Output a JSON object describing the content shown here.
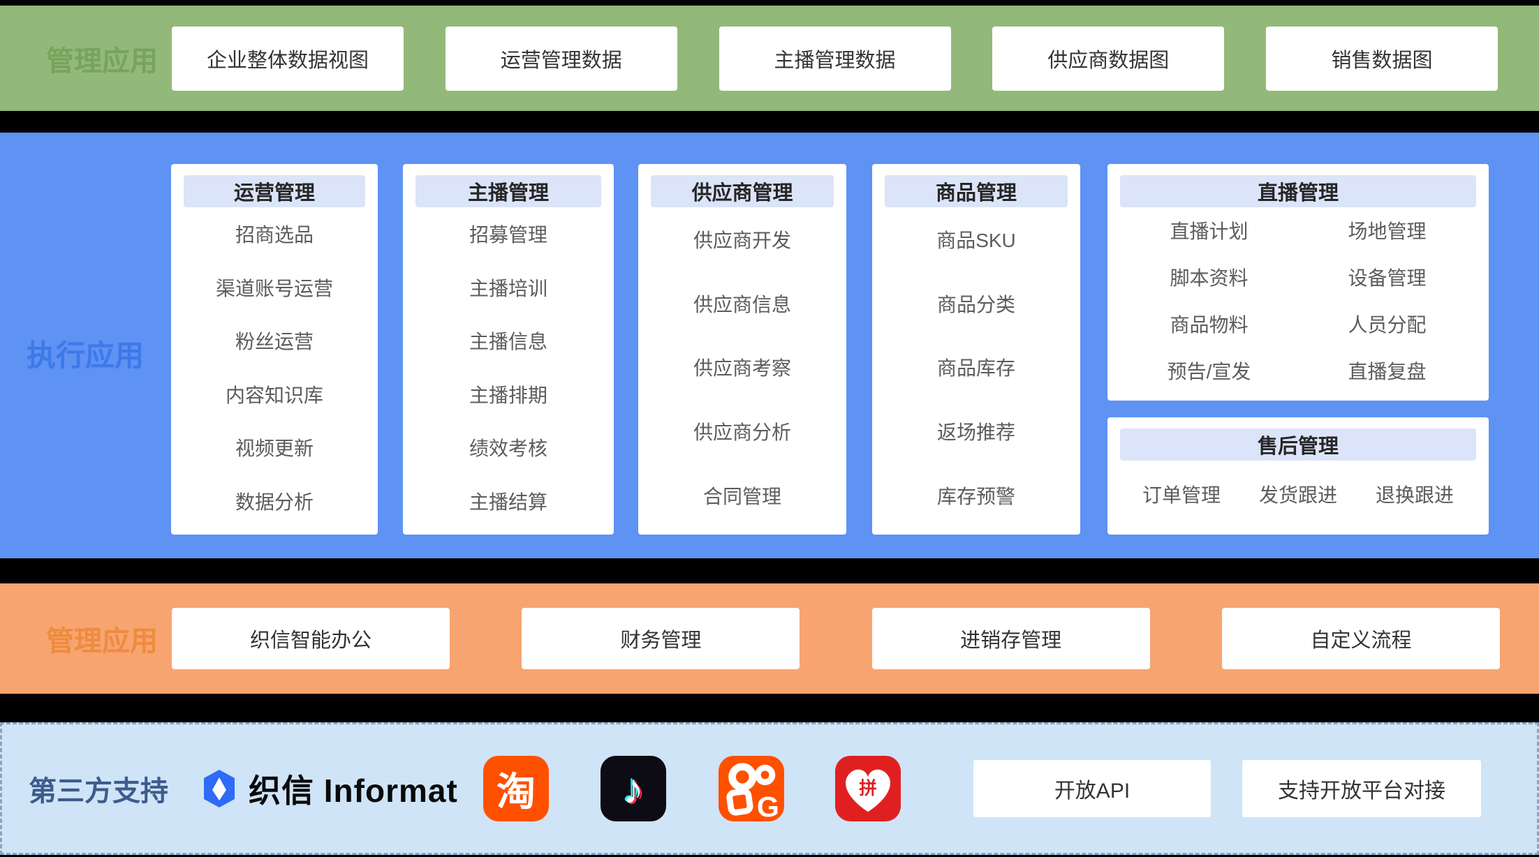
{
  "colors": {
    "page_bg": "#000000",
    "top_band_bg": "#92B979",
    "top_band_label": "#78A35C",
    "exec_band_bg": "#5E92F3",
    "exec_band_label": "#3D79E8",
    "card_header_bg": "#DBE4F8",
    "card_item_text": "#5C5C5C",
    "mgmt_band_bg": "#F7A471",
    "mgmt_band_label": "#EE8B3D",
    "third_band_bg": "#CFE4F7",
    "third_band_border": "#8CA2C0",
    "third_band_label": "#3D5C8C",
    "taobao_orange": "#FF5000",
    "douyin_black": "#0D0C14",
    "kuaishou_orange": "#FF5000",
    "pinduoduo_red": "#E02020",
    "informat_blue": "#2E6BF6"
  },
  "band_top": {
    "label": "管理应用",
    "boxes": [
      "企业整体数据视图",
      "运营管理数据",
      "主播管理数据",
      "供应商数据图",
      "销售数据图"
    ]
  },
  "band_exec": {
    "label": "执行应用",
    "cards": [
      {
        "title": "运营管理",
        "items": [
          "招商选品",
          "渠道账号运营",
          "粉丝运营",
          "内容知识库",
          "视频更新",
          "数据分析"
        ]
      },
      {
        "title": "主播管理",
        "items": [
          "招募管理",
          "主播培训",
          "主播信息",
          "主播排期",
          "绩效考核",
          "主播结算"
        ]
      },
      {
        "title": "供应商管理",
        "items": [
          "供应商开发",
          "供应商信息",
          "供应商考察",
          "供应商分析",
          "合同管理"
        ]
      },
      {
        "title": "商品管理",
        "items": [
          "商品SKU",
          "商品分类",
          "商品库存",
          "返场推荐",
          "库存预警"
        ]
      },
      {
        "title": "直播管理",
        "columns": [
          [
            "直播计划",
            "脚本资料",
            "商品物料",
            "预告/宣发"
          ],
          [
            "场地管理",
            "设备管理",
            "人员分配",
            "直播复盘"
          ]
        ]
      },
      {
        "title": "售后管理",
        "items": [
          "订单管理",
          "发货跟进",
          "退换跟进"
        ]
      }
    ]
  },
  "band_mgmt": {
    "label": "管理应用",
    "boxes": [
      "织信智能办公",
      "财务管理",
      "进销存管理",
      "自定义流程"
    ]
  },
  "band_third": {
    "label": "第三方支持",
    "logo_text": "织信 Informat",
    "icons": [
      {
        "name": "taobao",
        "glyph": "淘"
      },
      {
        "name": "douyin",
        "glyph": "♪"
      },
      {
        "name": "kuaishou",
        "glyph": "G"
      },
      {
        "name": "pinduoduo",
        "glyph": "拼"
      }
    ],
    "boxes": [
      "开放API",
      "支持开放平台对接"
    ]
  }
}
